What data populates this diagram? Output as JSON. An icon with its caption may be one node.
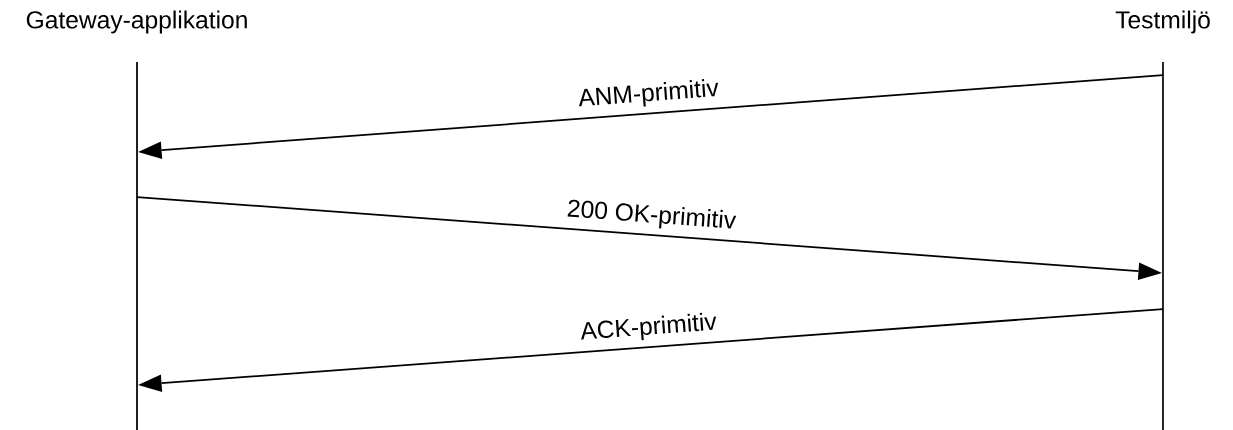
{
  "diagram": {
    "nodes": [
      {
        "text": [
          "Gateway-applikation"
        ]
      },
      {
        "text": [
          "Testmiljö"
        ]
      }
    ],
    "edges": [
      {
        "from": 1,
        "to": 0,
        "arrow": "to",
        "label": "ANM-primitiv"
      },
      {
        "from": 0,
        "to": 1,
        "arrow": "to",
        "label": "200 OK-primitiv"
      },
      {
        "from": 1,
        "to": 0,
        "arrow": "to",
        "label": "ACK-primitiv"
      }
    ]
  }
}
